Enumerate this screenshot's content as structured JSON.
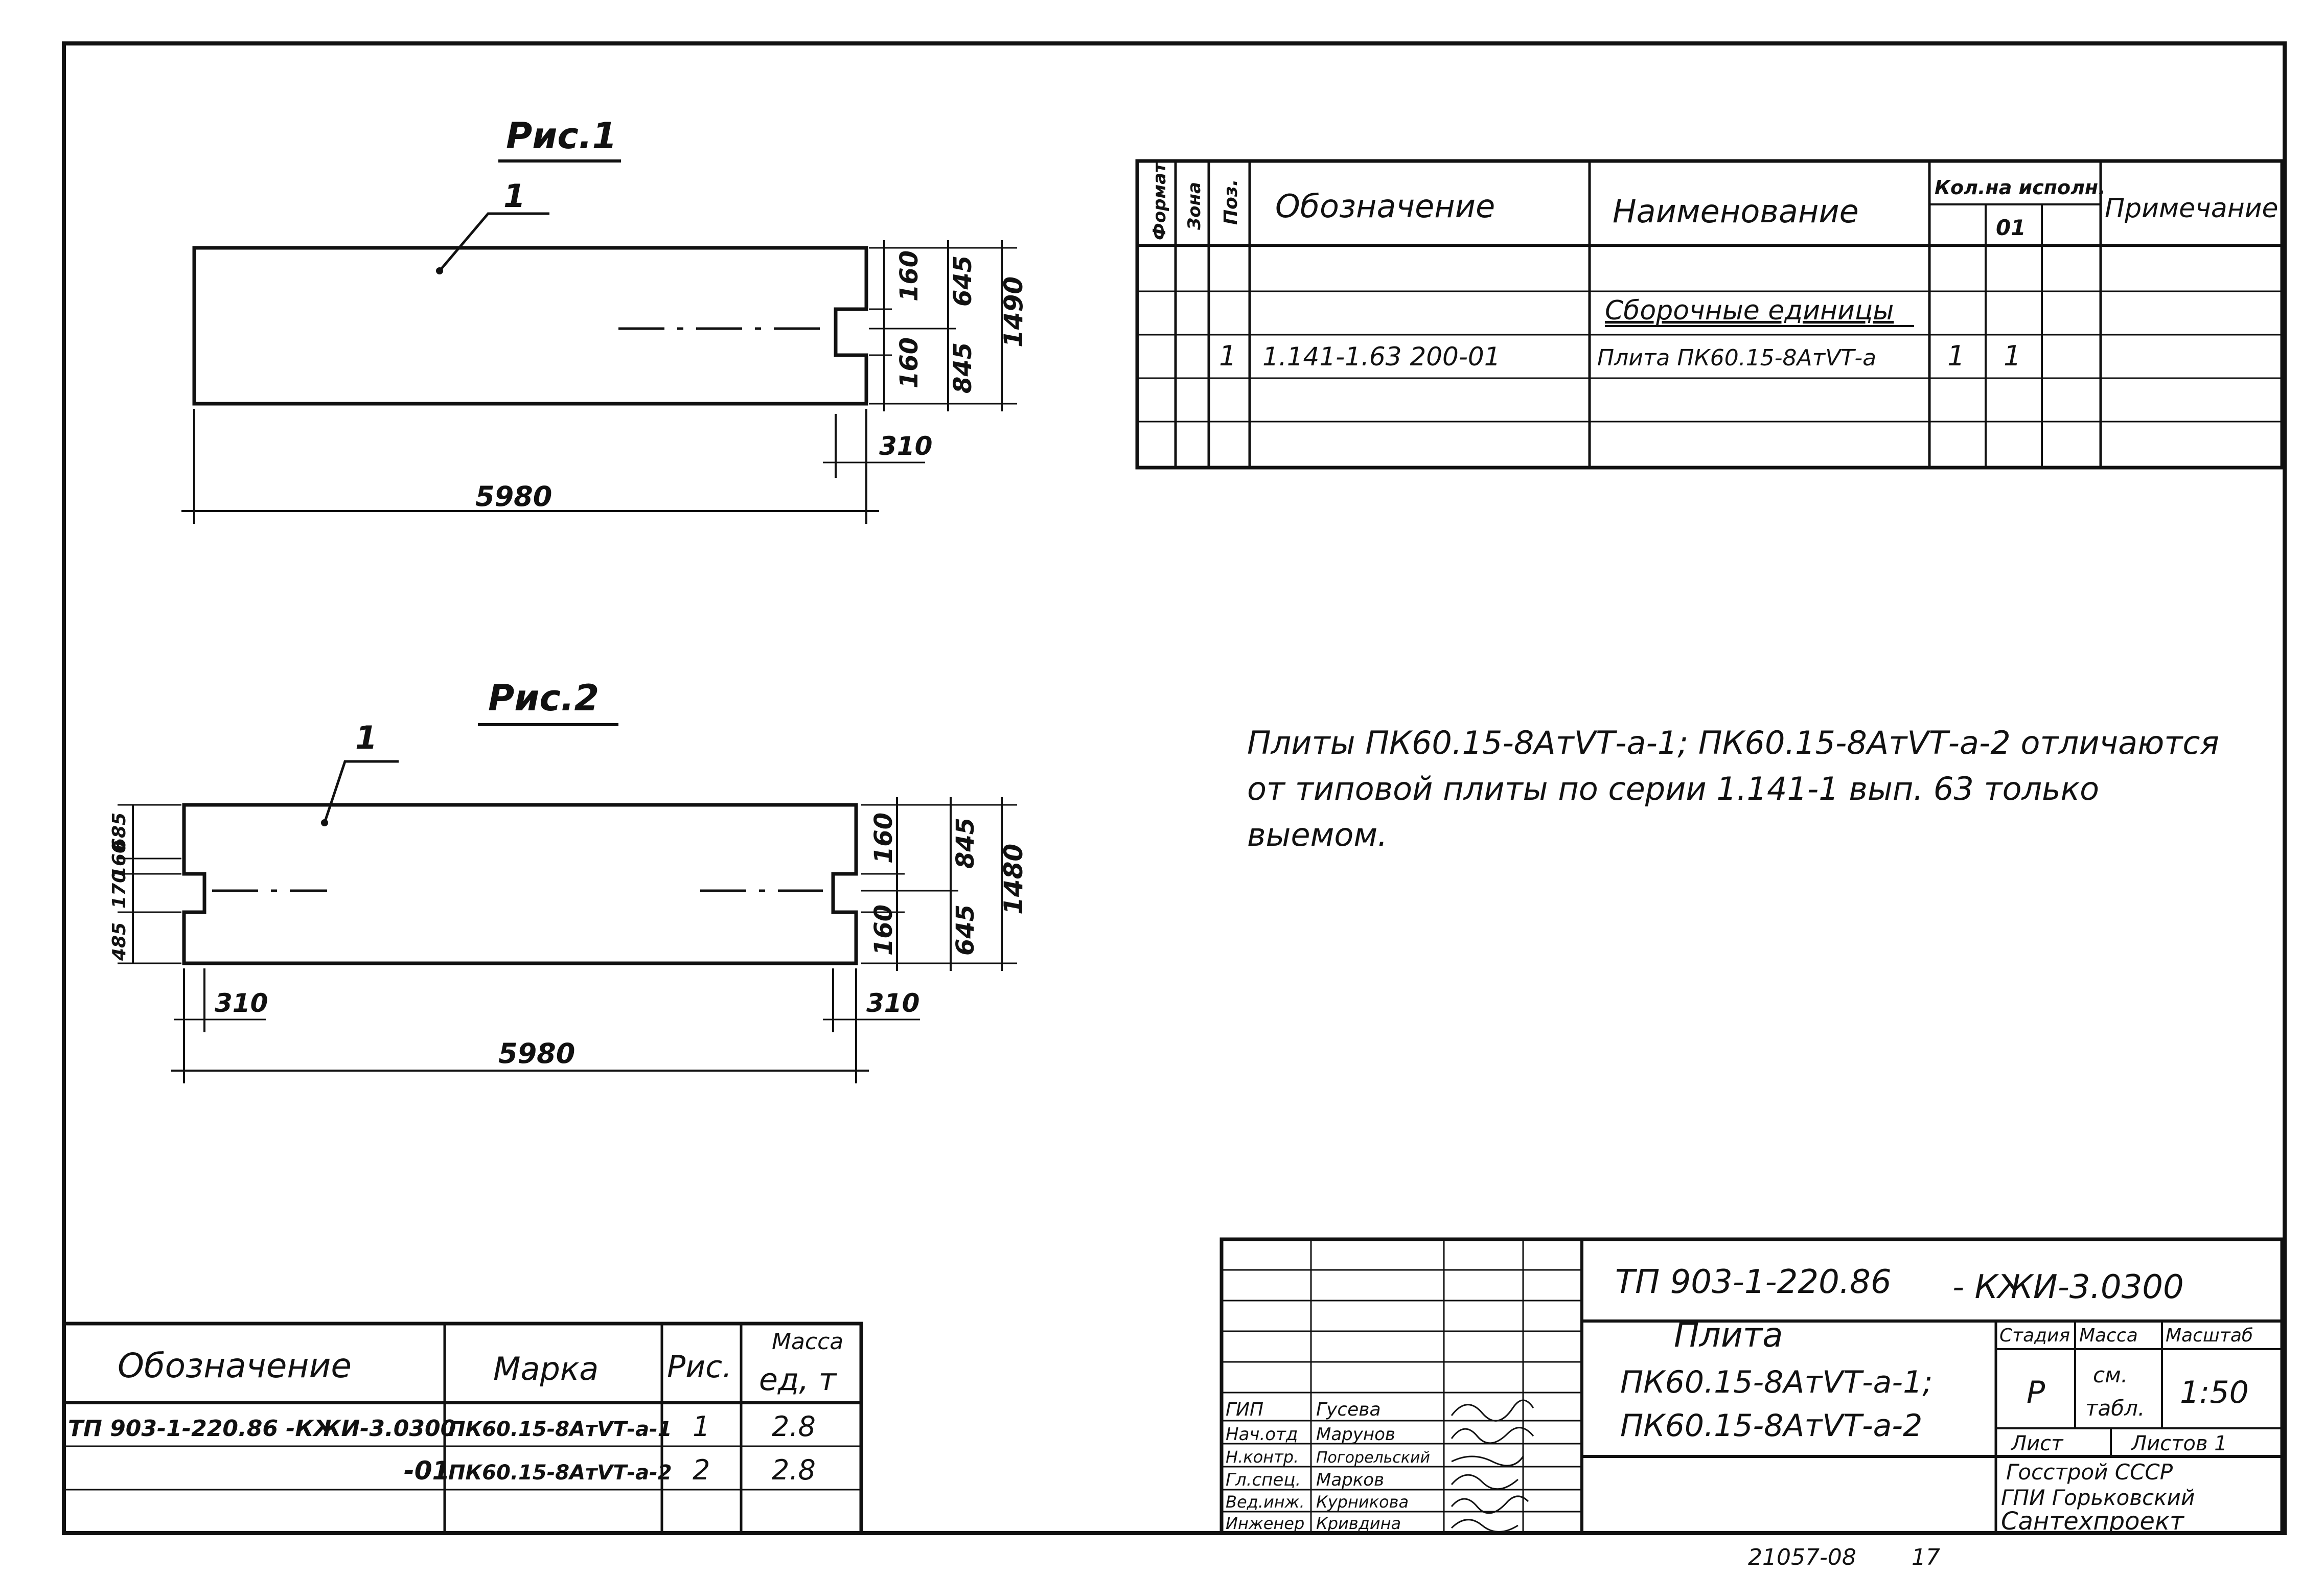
{
  "figure1": {
    "label": "Рис.1",
    "callout": "1",
    "dims": {
      "upper_notch": "160",
      "upper_part": "645",
      "height": "1490",
      "lower_notch": "160",
      "lower_part": "845",
      "notch_width": "310",
      "length": "5980"
    }
  },
  "figure2": {
    "label": "Рис.2",
    "callout": "1",
    "dims_left": {
      "top": "685",
      "notch_a": "160",
      "center": "170",
      "bottom": "485"
    },
    "dims_right": {
      "upper_notch": "160",
      "upper_part": "845",
      "height": "1480",
      "lower_notch": "160",
      "lower_part": "645"
    },
    "notch_left": "310",
    "notch_right": "310",
    "length": "5980"
  },
  "spec_table": {
    "headers": {
      "format": "Формат",
      "zone": "Зона",
      "pos": "Поз.",
      "designation": "Обозначение",
      "name": "Наименование",
      "qty": "Кол.на исполн.",
      "qty_sub": "01",
      "note": "Примечание"
    },
    "section": "Сборочные единицы",
    "row": {
      "pos": "1",
      "designation": "1.141-1.63 200-01",
      "name": "Плита ПК60.15-8АтⅤТ-а",
      "qty1": "1",
      "qty2": "1"
    }
  },
  "note_lines": [
    "Плиты ПК60.15-8АтⅤТ-а-1; ПК60.15-8АтⅤТ-а-2 отличаются",
    "от типовой плиты по серии 1.141-1 вып. 63 только",
    "выемом."
  ],
  "mark_table": {
    "headers": {
      "designation": "Обозначение",
      "mark": "Марка",
      "fig": "Рис.",
      "mass_1": "Масса",
      "mass_2": "ед, т"
    },
    "rows": [
      {
        "designation": "ТП 903-1-220.86 -КЖИ-3.0300",
        "mark": "ПК60.15-8АтⅤТ-а-1",
        "fig": "1",
        "mass": "2.8"
      },
      {
        "designation": "-01",
        "mark": "ПК60.15-8АтⅤТ-а-2",
        "fig": "2",
        "mass": "2.8"
      }
    ]
  },
  "title_block": {
    "code_a": "ТП 903-1-220.86",
    "code_b": "- КЖИ-3.0300",
    "title_1": "Плита",
    "title_2": "ПК60.15-8АтⅤТ-а-1;",
    "title_3": "ПК60.15-8АтⅤТ-а-2",
    "stage_label": "Стадия",
    "stage": "Р",
    "mass_label": "Масса",
    "mass_1": "см.",
    "mass_2": "табл.",
    "scale_label": "Масштаб",
    "scale": "1:50",
    "sheet_label": "Лист",
    "sheets_label": "Листов 1",
    "org_1": "Госстрой СССР",
    "org_2": "ГПИ Горьковский",
    "org_3": "Сантехпроект",
    "staff": [
      {
        "role": "ГИП",
        "name": "Гусева"
      },
      {
        "role": "Нач.отд",
        "name": "Марунов"
      },
      {
        "role": "Н.контр.",
        "name": "Погорельский"
      },
      {
        "role": "Гл.спец.",
        "name": "Марков"
      },
      {
        "role": "Вед.инж.",
        "name": "Курникова"
      },
      {
        "role": "Инженер",
        "name": "Кривдина"
      }
    ]
  },
  "footer": {
    "number": "21057-08",
    "page": "17"
  }
}
